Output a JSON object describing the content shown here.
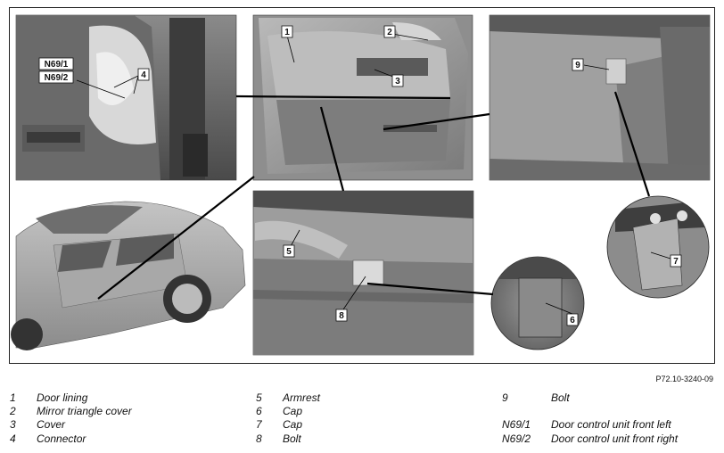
{
  "callouts": {
    "c1": "1",
    "c2": "2",
    "c3": "3",
    "c4": "4",
    "c5": "5",
    "c6": "6",
    "c7": "7",
    "c8": "8",
    "c9": "9",
    "n69_1": "N69/1",
    "n69_2": "N69/2"
  },
  "doc_ref": "P72.10-3240-09",
  "legend": [
    {
      "num": "1",
      "text": "Door lining"
    },
    {
      "num": "2",
      "text": "Mirror triangle cover"
    },
    {
      "num": "3",
      "text": "Cover"
    },
    {
      "num": "4",
      "text": "Connector"
    },
    {
      "num": "5",
      "text": "Armrest"
    },
    {
      "num": "6",
      "text": "Cap"
    },
    {
      "num": "7",
      "text": "Cap"
    },
    {
      "num": "8",
      "text": "Bolt"
    },
    {
      "num": "9",
      "text": "Bolt"
    },
    {
      "num": "N69/1",
      "text": "Door control unit front left"
    },
    {
      "num": "N69/2",
      "text": "Door control unit front right"
    }
  ]
}
